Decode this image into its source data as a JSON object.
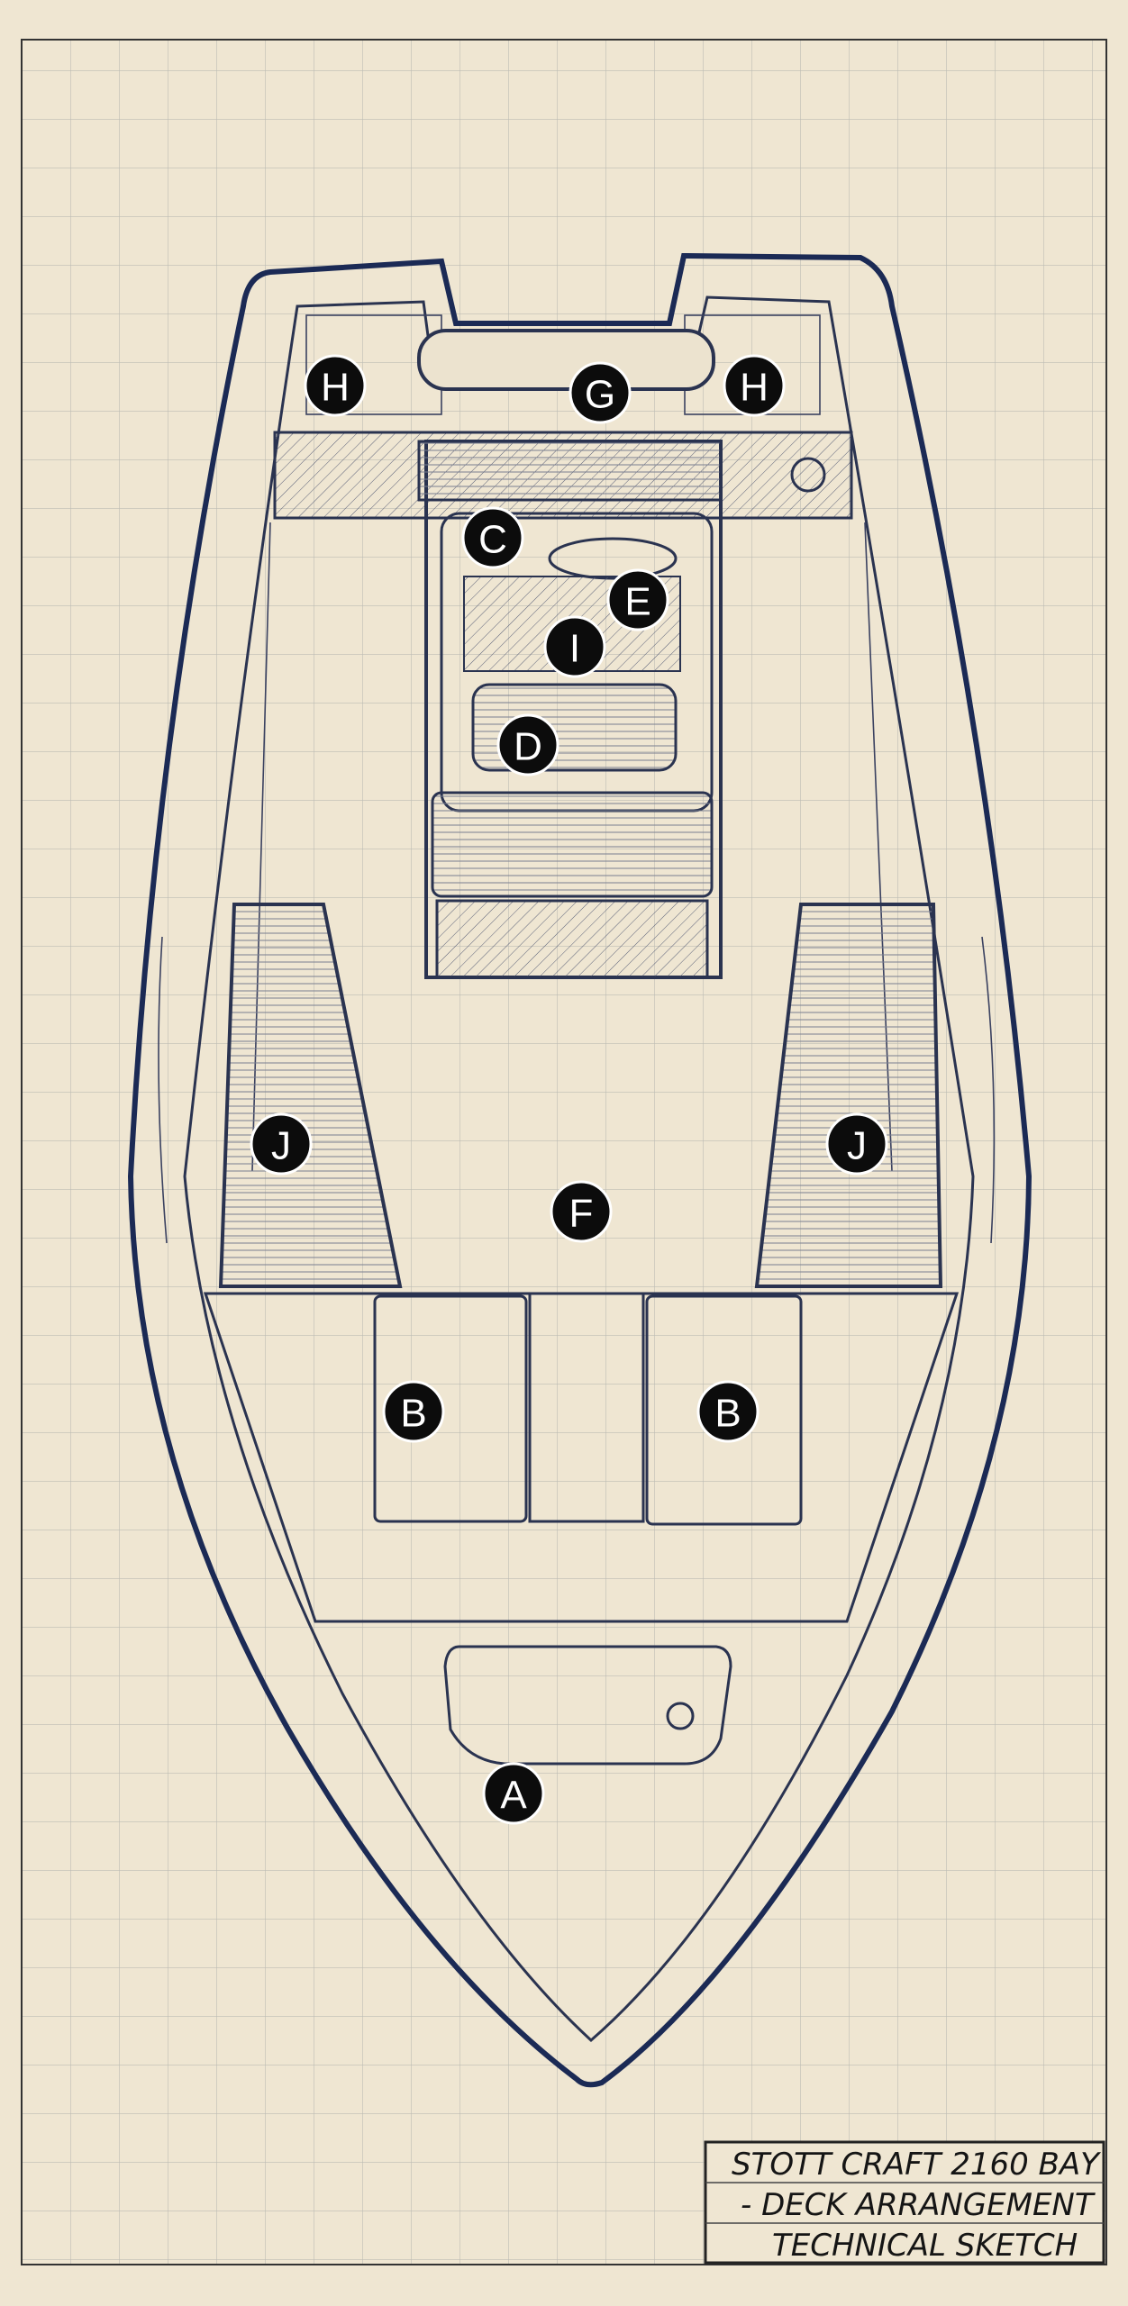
{
  "title_block": {
    "line1": "STOTT CRAFT 2160 BAY",
    "line2": "- DECK ARRANGEMENT",
    "line3": "TECHNICAL SKETCH"
  },
  "callouts": {
    "A": "A",
    "B": "B",
    "C": "C",
    "D": "D",
    "E": "E",
    "F": "F",
    "G": "G",
    "H": "H",
    "I": "I",
    "J": "J"
  },
  "colors": {
    "paper": "#efe6d2",
    "ink": "#1b2a55",
    "grid": "#b9b8b0",
    "label": "#0c0c0c"
  }
}
